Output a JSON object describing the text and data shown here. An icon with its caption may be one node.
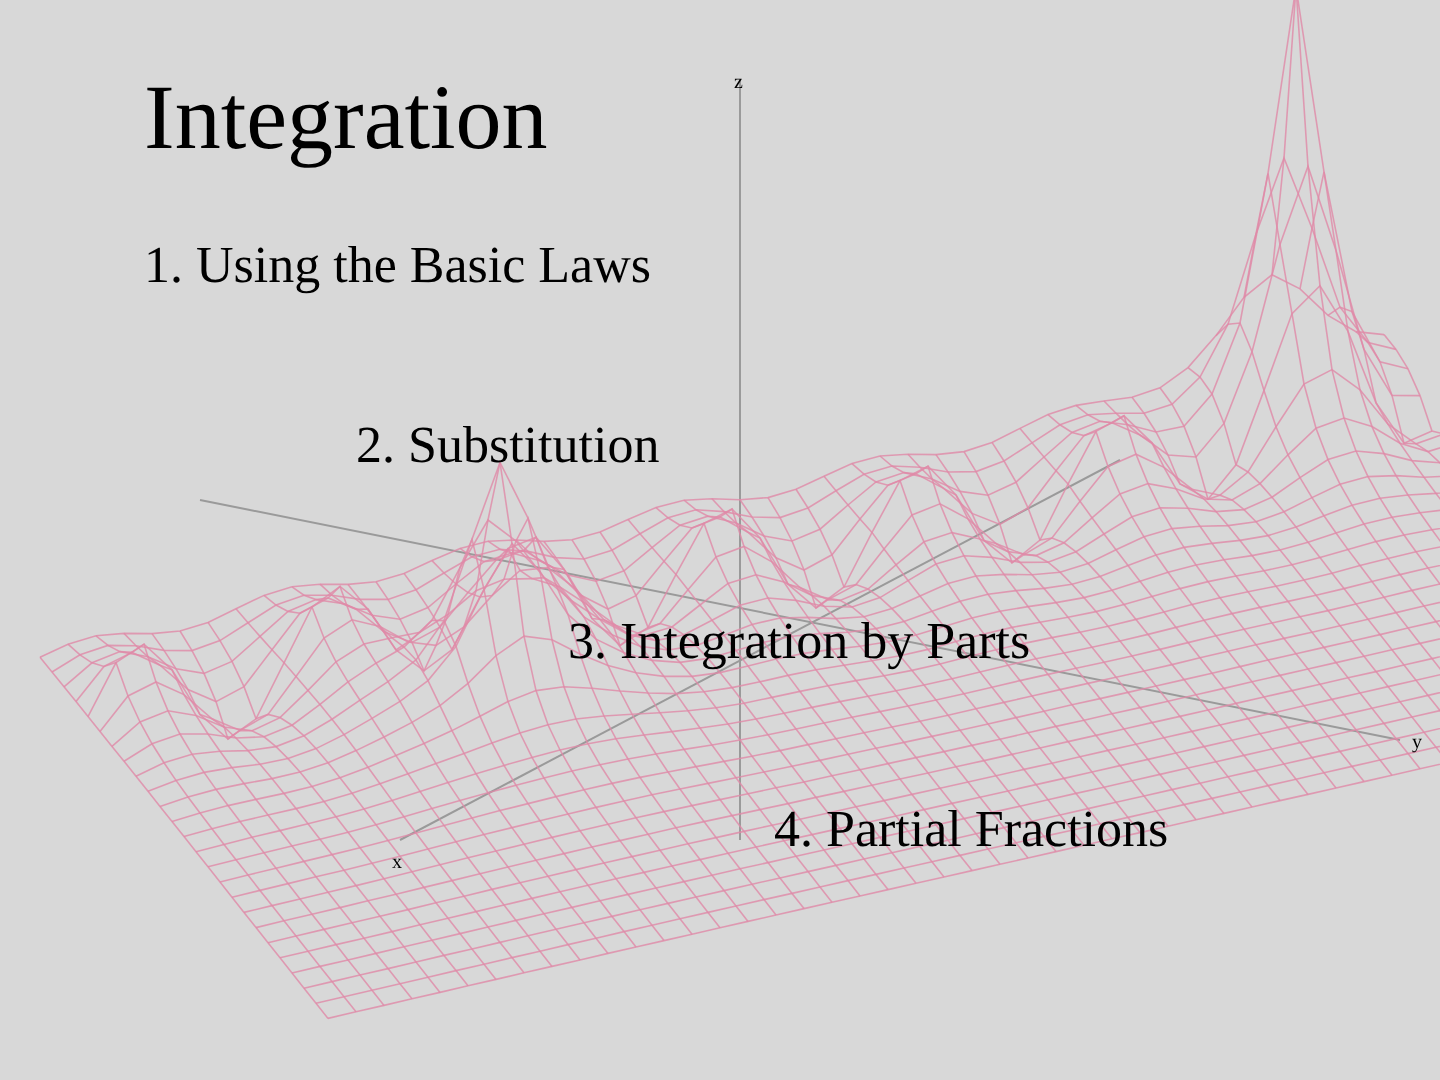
{
  "diagram": {
    "title": "Integration",
    "labels": [
      "1. Using the Basic Laws",
      "2. Substitution",
      "3. Integration by Parts",
      "4. Partial Fractions",
      "z",
      "y",
      "x"
    ]
  }
}
